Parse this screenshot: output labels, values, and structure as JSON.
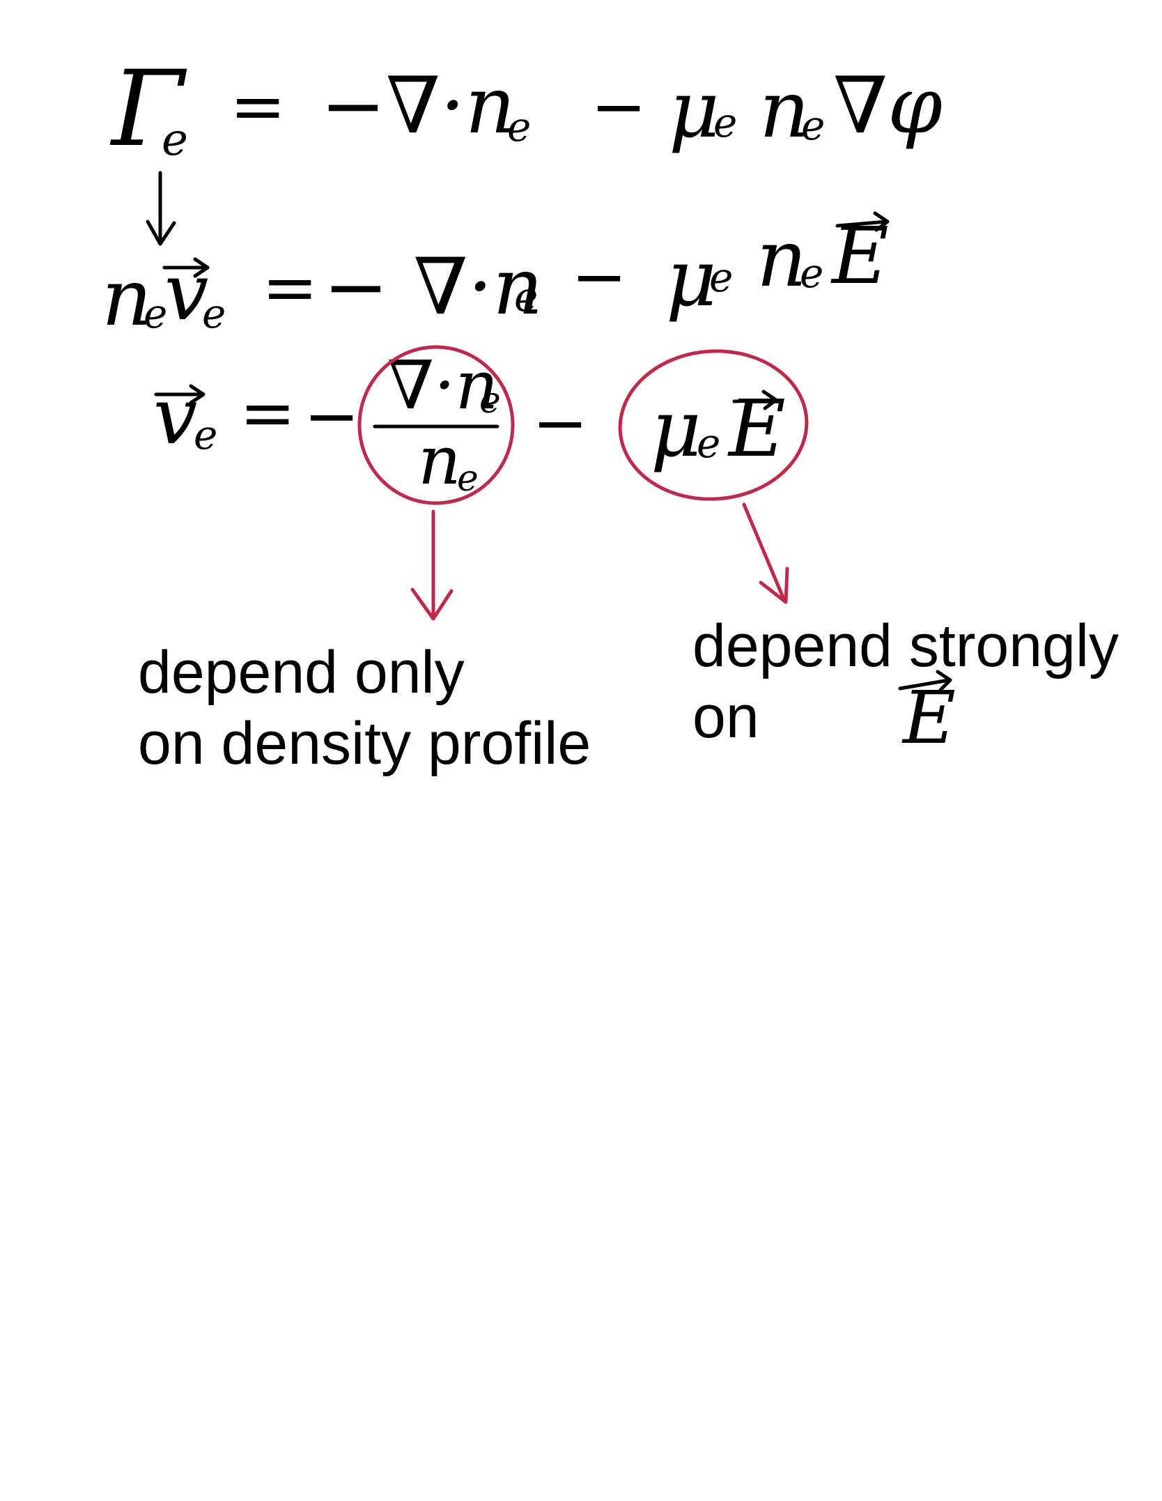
{
  "equations": {
    "line1": {
      "lhs": "Γ",
      "lhs_sub": "e",
      "equals": "=",
      "term1": "−∇·n",
      "term1_sub": "e",
      "minus": "−",
      "term2_mu": "μ",
      "term2_mu_sub": "e",
      "term2_n": "n",
      "term2_n_sub": "e",
      "term2_tail": "∇φ"
    },
    "line2": {
      "lhs_n": "n",
      "lhs_n_sub": "e",
      "lhs_v": "v",
      "lhs_v_sub": "e",
      "equals": "=",
      "term1": "− ∇·n",
      "term1_sub": "e",
      "minus": "−",
      "term2_mu": "μ",
      "term2_mu_sub": "e",
      "term2_n": "n",
      "term2_n_sub": "e",
      "term2_E": "E"
    },
    "line3": {
      "lhs_v": "v",
      "lhs_v_sub": "e",
      "equals": "=",
      "minus1": "−",
      "numerator": "∇·n",
      "numerator_sub": "e",
      "denominator": "n",
      "denominator_sub": "e",
      "minus2": "−",
      "term2_mu": "μ",
      "term2_mu_sub": "e",
      "term2_E": "E"
    }
  },
  "annotations": {
    "left_line1": "depend only",
    "left_line2": "on density profile",
    "right_line1": "depend strongly",
    "right_line2": "on",
    "right_symbol": "E"
  },
  "colors": {
    "ink": "#000000",
    "highlight": "#c0294a"
  }
}
